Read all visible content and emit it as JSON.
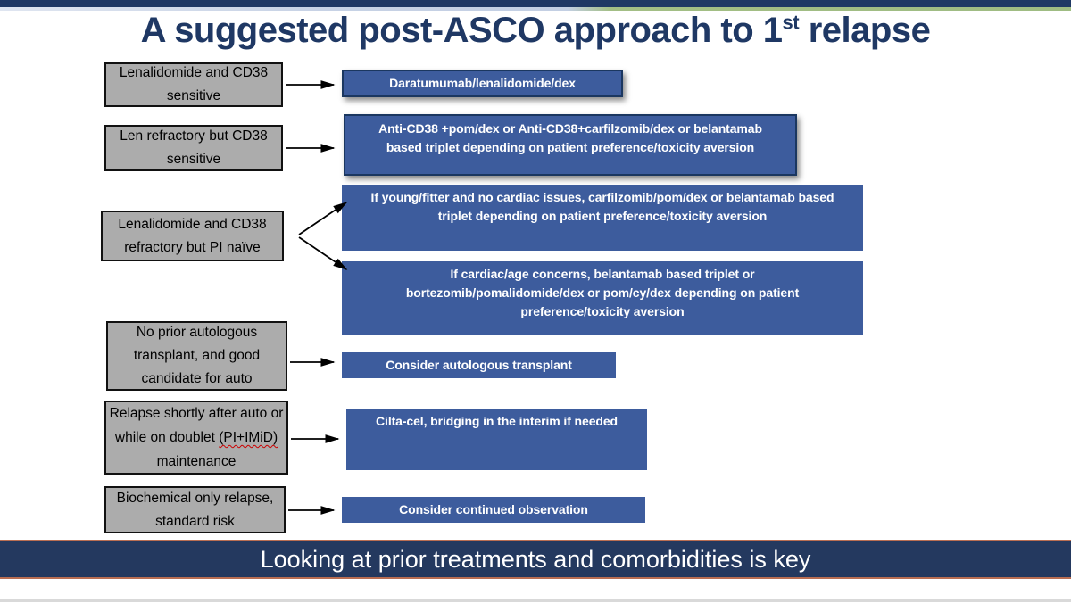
{
  "slide": {
    "title": {
      "pre": "A suggested post-ASCO approach to 1",
      "sup": "st",
      "post": " relapse"
    },
    "conditions": [
      {
        "text": "Lenalidomide and CD38 sensitive"
      },
      {
        "text": "Len refractory but CD38 sensitive"
      },
      {
        "text": "Lenalidomide and CD38 refractory but PI naïve"
      },
      {
        "text": "No prior autologous transplant, and good candidate for auto"
      },
      {
        "pre": "Relapse shortly after auto or while on doublet ",
        "misspelled": "(PI+IMiD)",
        "post": " maintenance"
      },
      {
        "text": "Biochemical only relapse, standard risk"
      }
    ],
    "treatments": [
      {
        "lines": [
          "Daratumumab/lenalidomide/dex"
        ]
      },
      {
        "lines": [
          "Anti-CD38 +pom/dex or Anti-CD38+carfilzomib/dex or belantamab",
          "based triplet depending on patient preference/toxicity aversion"
        ]
      },
      {
        "lines": [
          "If young/fitter and no cardiac issues, carfilzomib/pom/dex or belantamab based",
          "triplet depending on patient preference/toxicity aversion"
        ]
      },
      {
        "lines": [
          "If cardiac/age concerns, belantamab based triplet or",
          "bortezomib/pomalidomide/dex or pom/cy/dex depending on patient",
          "preference/toxicity aversion"
        ]
      },
      {
        "lines": [
          "Consider autologous transplant"
        ]
      },
      {
        "lines": [
          "Cilta-cel, bridging in the interim if needed"
        ]
      },
      {
        "lines": [
          "Consider continued observation"
        ]
      }
    ],
    "banner": "Looking at prior treatments and comorbidities is key",
    "colors": {
      "title_navy": "#1F3864",
      "treatment_box_blue": "#3D5C9D",
      "treatment_box_border": "#1B3760",
      "condition_box_gray": "#ACACAC",
      "accent_light_blue": "#C3CFE3",
      "accent_green": "#9FBC83",
      "banner_navy": "#24395F",
      "banner_border": "#BA6E52",
      "misspell_underline": "#CC0000"
    }
  }
}
